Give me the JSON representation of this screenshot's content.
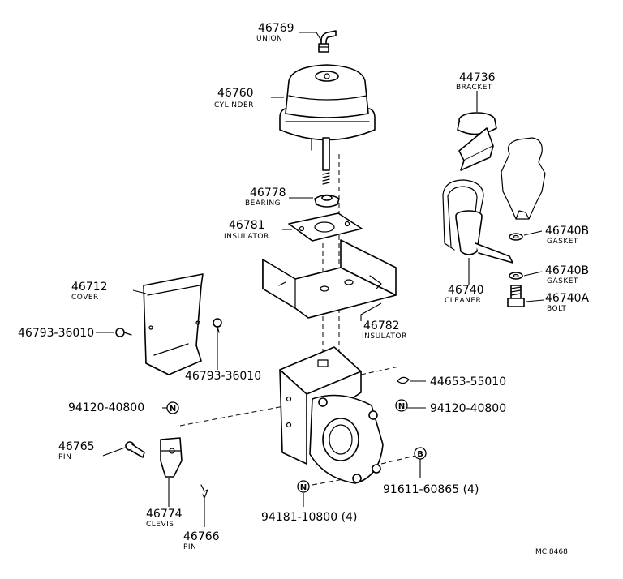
{
  "diagram": {
    "parts": {
      "union": {
        "number": "46769",
        "name": "UNION"
      },
      "cylinder": {
        "number": "46760",
        "name": "CYLINDER"
      },
      "bracket": {
        "number": "44736",
        "name": "BRACKET"
      },
      "bearing": {
        "number": "46778",
        "name": "BEARING"
      },
      "insulator_plate": {
        "number": "46781",
        "name": "INSULATOR"
      },
      "gasket_upper": {
        "number": "46740B",
        "name": "GASKET"
      },
      "gasket_lower": {
        "number": "46740B",
        "name": "GASKET"
      },
      "cleaner": {
        "number": "46740",
        "name": "CLEANER"
      },
      "bolt": {
        "number": "46740A",
        "name": "BOLT"
      },
      "cover": {
        "number": "46712",
        "name": "COVER"
      },
      "insulator_bracket": {
        "number": "46782",
        "name": "INSULATOR"
      },
      "screw_left": {
        "number": "46793-36010"
      },
      "screw_right": {
        "number": "46793-36010"
      },
      "clip": {
        "number": "44653-55010"
      },
      "nut_left": {
        "number": "94120-40800"
      },
      "nut_right": {
        "number": "94120-40800"
      },
      "pin_upper": {
        "number": "46765",
        "name": "PIN"
      },
      "bolt_flange": {
        "number": "91611-60865 (4)"
      },
      "clevis": {
        "number": "46774",
        "name": "CLEVIS"
      },
      "nut_flange": {
        "number": "94181-10800 (4)"
      },
      "pin_lower": {
        "number": "46766",
        "name": "PIN"
      }
    },
    "badges": {
      "n": "N",
      "b": "B"
    },
    "reference": "MC 8468"
  }
}
